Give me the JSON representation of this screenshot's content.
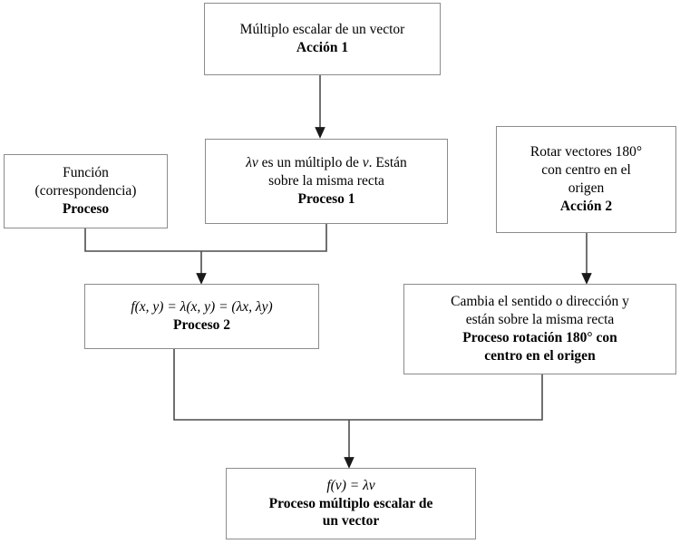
{
  "diagram": {
    "title": "Multiplo escalar de un vector - diagrama de acciones y procesos",
    "colors": {
      "box_border": "#8c8c8c",
      "box_fill": "#ffffff",
      "connector": "#404040",
      "text": "#000000"
    },
    "nodes": {
      "accion1": {
        "line1": "Múltiplo escalar de un vector",
        "line2": "Acción 1"
      },
      "proceso1": {
        "line1_a": "λv",
        "line1_b": " es un múltiplo de ",
        "line1_c": "v",
        "line1_d": ". Están",
        "line2": "sobre la misma recta",
        "line3": "Proceso 1"
      },
      "funcion": {
        "line1": "Función",
        "line2": "(correspondencia)",
        "line3": "Proceso"
      },
      "accion2": {
        "line1": "Rotar vectores 180°",
        "line2": "con centro en el",
        "line3": "origen",
        "line4": "Acción 2"
      },
      "proceso2": {
        "formula": "f(x, y) = λ(x, y) = (λx, λy)",
        "line2": "Proceso 2"
      },
      "rotacion": {
        "line1": "Cambia el sentido o dirección y",
        "line2": "están sobre la misma recta",
        "line3": "Proceso rotación 180° con",
        "line4": "centro en el origen"
      },
      "resultado": {
        "formula": "f(v) = λv",
        "line2": "Proceso múltiplo escalar de",
        "line3": "un vector"
      }
    },
    "connectors": [
      {
        "name": "accion1-to-proceso1",
        "from": "accion1",
        "to": "proceso1",
        "type": "arrow-down"
      },
      {
        "name": "accion2-to-rotacion",
        "from": "accion2",
        "to": "rotacion",
        "type": "arrow-down"
      },
      {
        "name": "funcion-proceso1-merge-to-proceso2",
        "from": "funcion+proceso1",
        "to": "proceso2",
        "type": "merge-arrow-down"
      },
      {
        "name": "proceso2-rotacion-merge-to-resultado",
        "from": "proceso2+rotacion",
        "to": "resultado",
        "type": "merge-arrow-down"
      }
    ]
  }
}
